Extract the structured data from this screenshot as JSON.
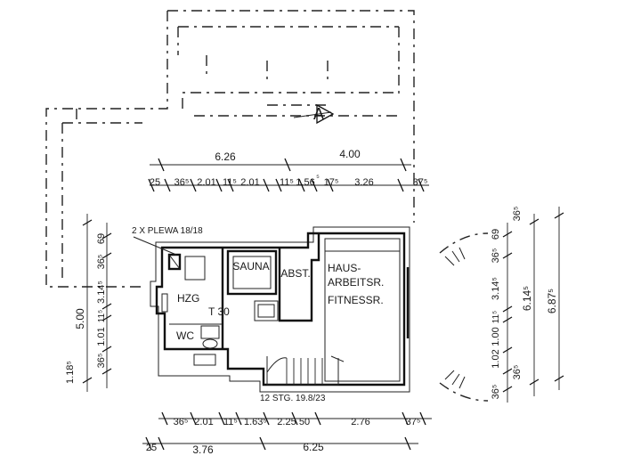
{
  "plan": {
    "north_marker": "A",
    "rooms": {
      "sauna": "SAUNA",
      "abst": "ABST.",
      "haus_line1": "HAUS-",
      "haus_line2": "ARBEITSR.",
      "haus_line3": "FITNESSR.",
      "hzg": "HZG",
      "t30": "T 30",
      "wc": "WC"
    },
    "notes": {
      "plewa": "2 X PLEWA 18/18",
      "stairs": "12 STG. 19.8/23"
    },
    "dims_top": {
      "overall_left": "6.26",
      "overall_right": "4.00",
      "d1": "25",
      "d2": "36⁵",
      "d3": "2.01",
      "d4": "11⁵",
      "d5": "2.01",
      "d6": "11⁵",
      "d7": "1.56",
      "d8": "⁵",
      "d9": "17⁵",
      "d10": "3.26",
      "d11": "37⁵"
    },
    "dims_bottom": {
      "d1": "36⁵",
      "d2": "2.01",
      "d3": "11⁵",
      "d4": "1.63⁵",
      "d5": "2.25",
      "d6": "50",
      "d7": "2.76",
      "d8": "37⁵",
      "o1": "25",
      "o2": "3.76",
      "o3": "6.25"
    },
    "dims_left": {
      "d1": "69",
      "d2": "36⁵",
      "d3": "3.14⁵",
      "d4": "11⁵",
      "d5": "1.01",
      "d6": "36⁵",
      "d7": "1.18⁵",
      "overall": "5.00"
    },
    "dims_right": {
      "d1": "36⁵",
      "d2": "69",
      "d3": "36⁵",
      "d4": "3.14⁵",
      "d5": "11⁵",
      "d6": "1.00",
      "d7": "1.02",
      "d8": "36⁵",
      "d9": "36⁵",
      "mid": "6.14⁵",
      "overall": "6.87⁵"
    }
  }
}
